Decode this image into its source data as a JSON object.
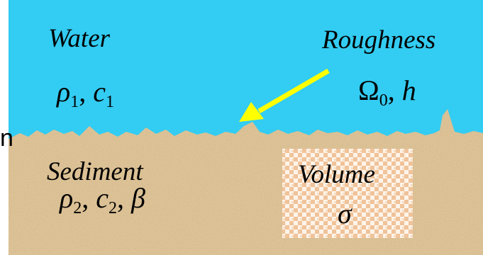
{
  "labels": {
    "water": "Water",
    "roughness": "Roughness",
    "sediment": "Sediment",
    "volume": "Volume",
    "cut_letter": "n"
  },
  "symbols": {
    "rho": "ρ",
    "c": "c",
    "omega": "Ω",
    "h": "h",
    "beta": "β",
    "sigma": "σ",
    "sub1": "1",
    "sub2": "2",
    "sub0": "0",
    "comma": ", "
  },
  "colors": {
    "water": "#33ccf2",
    "sediment": "#e3c79a",
    "arrow": "#ffff00",
    "volume_box": "#f2c8a0"
  }
}
